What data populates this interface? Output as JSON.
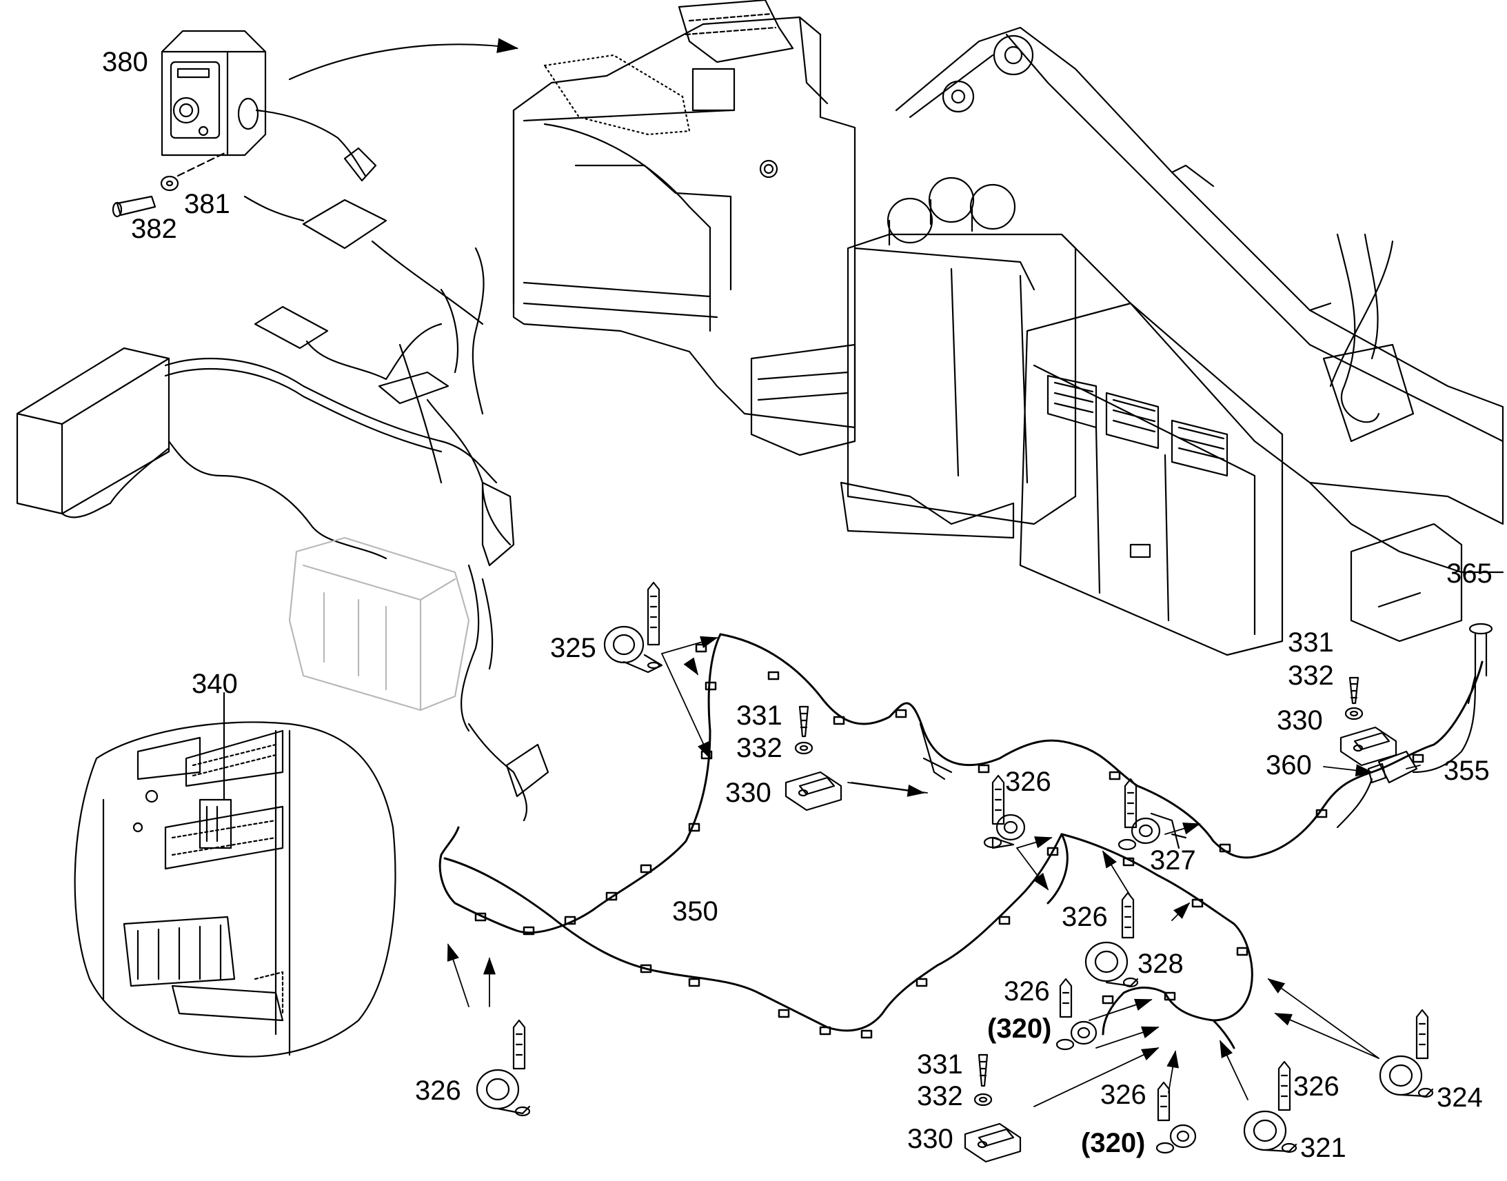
{
  "labels": {
    "l380": "380",
    "l381": "381",
    "l382": "382",
    "l340": "340",
    "l325": "325",
    "l331a": "331",
    "l332a": "332",
    "l330a": "330",
    "l326a": "326",
    "l327": "327",
    "l350": "350",
    "l326b": "326",
    "l328": "328",
    "l326c": "326",
    "l320a": "(320)",
    "l326d": "326",
    "l331b": "331",
    "l332b": "332",
    "l330b": "330",
    "l326e": "326",
    "l320b": "(320)",
    "l326f": "326",
    "l321": "321",
    "l324": "324",
    "l365": "365",
    "l331c": "331",
    "l332c": "332",
    "l330c": "330",
    "l360": "360",
    "l355": "355"
  },
  "colors": {
    "line": "#000000",
    "faded": "#b8b8b8",
    "background": "#ffffff"
  }
}
